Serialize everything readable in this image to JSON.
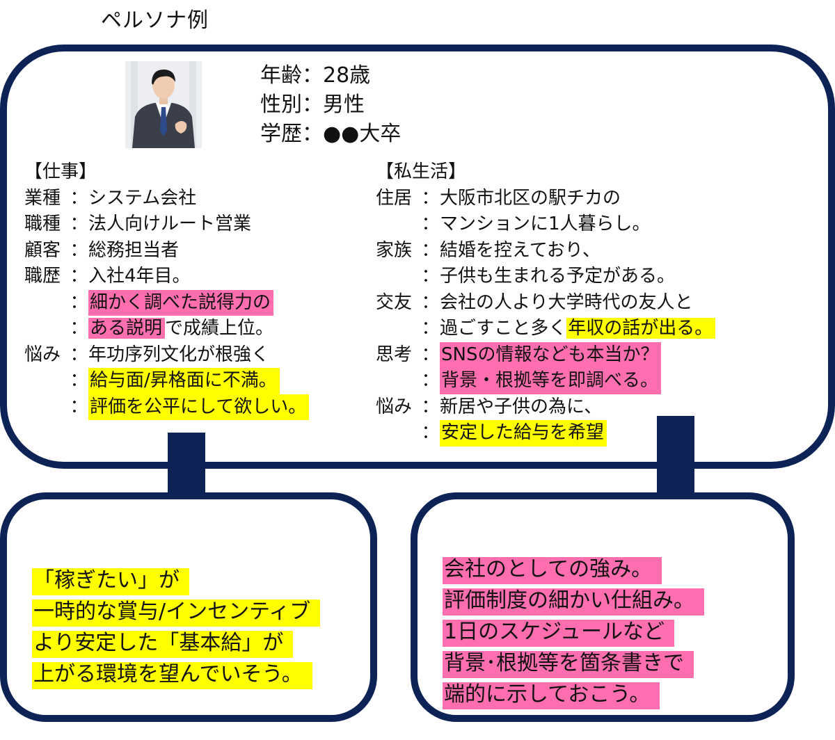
{
  "title": "ペルソナ例",
  "profile": {
    "age": "年齢：28歳",
    "gender": "性別：男性",
    "education": "学歴：●●大卒"
  },
  "work": {
    "heading": "【仕事】",
    "industry": {
      "label": "業種",
      "value": "システム会社"
    },
    "job": {
      "label": "職種",
      "value": "法人向けルート営業"
    },
    "client": {
      "label": "顧客",
      "value": "総務担当者"
    },
    "career": {
      "label": "職歴",
      "value": "入社4年目。"
    },
    "career_2": "細かく調べた説得力の",
    "career_3a": "ある説明",
    "career_3b": "で成績上位。",
    "worry": {
      "label": "悩み",
      "value": "年功序列文化が根強く"
    },
    "worry_2": "給与面/昇格面に不満。",
    "worry_3": "評価を公平にして欲しい。"
  },
  "life": {
    "heading": "【私生活】",
    "residence": {
      "label": "住居",
      "value": "大阪市北区の駅チカの"
    },
    "residence_2": "マンションに1人暮らし。",
    "family": {
      "label": "家族",
      "value": "結婚を控えており、"
    },
    "family_2": "子供も生まれる予定がある。",
    "friends": {
      "label": "交友",
      "value": "会社の人より大学時代の友人と"
    },
    "friends_2a": "過ごすこと多く",
    "friends_2b": "年収の話が出る。",
    "thinking": {
      "label": "思考",
      "value": "SNSの情報なども本当か？"
    },
    "thinking_2": "背景・根拠等を即調べる。",
    "worry": {
      "label": "悩み",
      "value": "新居や子供の為に、"
    },
    "worry_2": "安定した給与を希望"
  },
  "left_box": {
    "lines": [
      "「稼ぎたい」が",
      "一時的な賞与/インセンティブ",
      "より安定した「基本給」が",
      "上がる環境を望んでいそう。"
    ]
  },
  "right_box": {
    "lines": [
      "会社のとしての強み。",
      "評価制度の細かい仕組み。",
      "1日のスケジュールなど",
      "背景･根拠等を箇条書きで",
      "端的に示しておこう。"
    ]
  },
  "colors": {
    "frame": "#0d2356",
    "highlight_yellow": "#ffff00",
    "highlight_pink": "#ff6fb0"
  }
}
